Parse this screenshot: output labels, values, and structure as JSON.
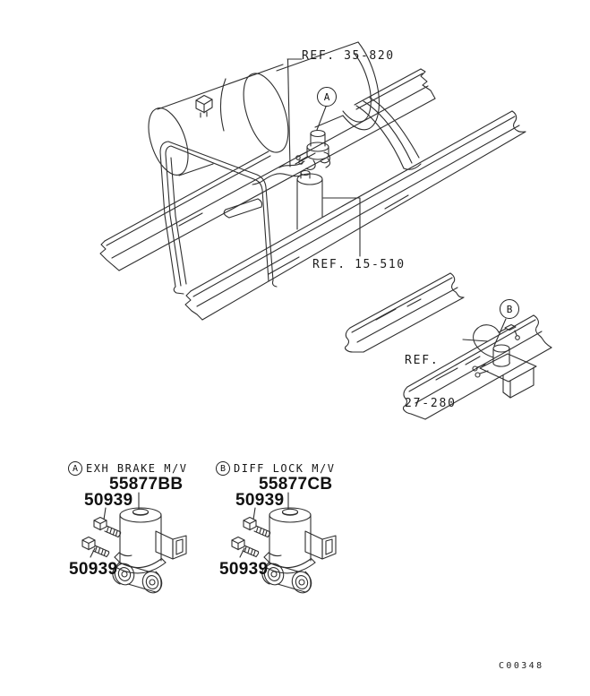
{
  "drawing": {
    "number": "C00348",
    "refs": {
      "r35": "REF. 35-820",
      "r15": "REF. 15-510",
      "r27_line1": "REF.",
      "r27_line2": "27-280"
    },
    "callouts": {
      "a": "A",
      "b": "B"
    },
    "details": [
      {
        "callout": "A",
        "title": "EXH BRAKE M/V",
        "part": "55877BB",
        "bolt_top": "50939",
        "bolt_bottom": "50939"
      },
      {
        "callout": "B",
        "title": "DIFF LOCK M/V",
        "part": "55877CB",
        "bolt_top": "50939",
        "bolt_bottom": "50939"
      }
    ],
    "line_color": "#2f2f2f"
  }
}
